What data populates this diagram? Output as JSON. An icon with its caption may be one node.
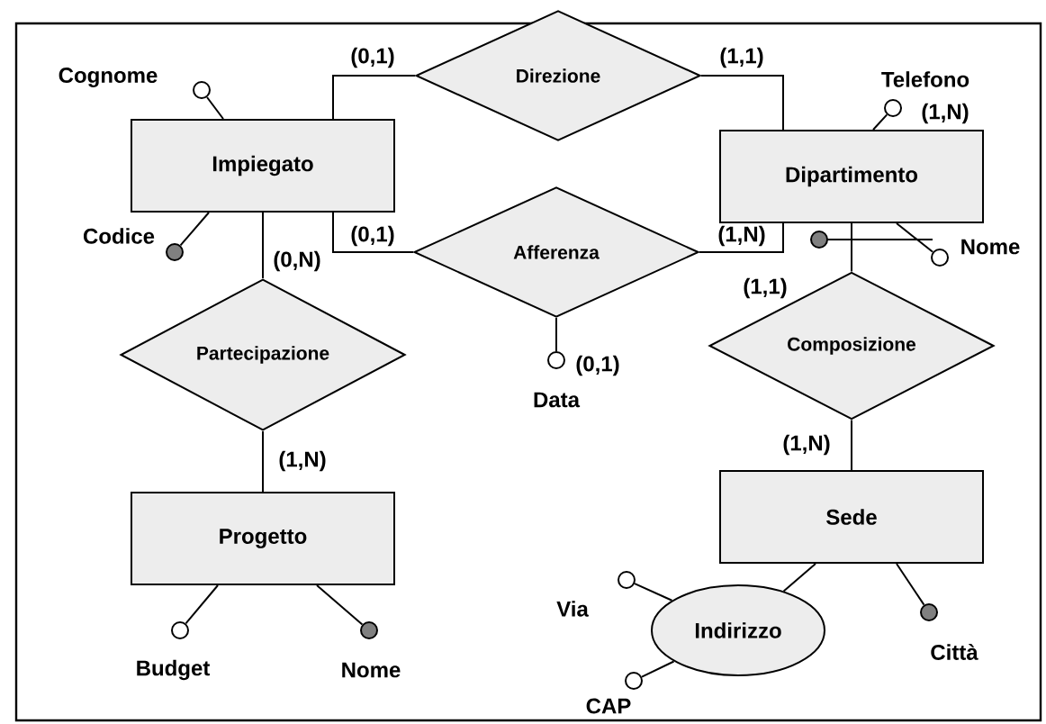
{
  "diagram": {
    "nodes": [
      {
        "text": [
          "Impiegato"
        ]
      },
      {
        "text": [
          "Dipartimento"
        ]
      },
      {
        "text": [
          "Progetto"
        ]
      },
      {
        "text": [
          "Sede"
        ]
      },
      {
        "text": [
          "Direzione"
        ]
      },
      {
        "text": [
          "Afferenza"
        ]
      },
      {
        "text": [
          "Partecipazione"
        ]
      },
      {
        "text": [
          "Composizione"
        ]
      },
      {
        "text": [
          "Indirizzo"
        ]
      },
      {
        "text": [],
        "shape": "circle",
        "beside": [
          "Cognome"
        ]
      },
      {
        "text": [],
        "shape": "dot",
        "beside": [
          "Codice"
        ]
      },
      {
        "text": [],
        "shape": "circle",
        "beside": [
          "Telefono"
        ]
      },
      {
        "text": [],
        "shape": "circle",
        "beside": [
          "Nome"
        ]
      },
      {
        "text": [],
        "shape": "circle",
        "beside": [
          "Data"
        ]
      },
      {
        "text": [],
        "shape": "circle",
        "beside": [
          "Budget"
        ]
      },
      {
        "text": [],
        "shape": "dot",
        "beside": [
          "Nome"
        ]
      },
      {
        "text": [],
        "shape": "circle",
        "beside": [
          "Via"
        ]
      },
      {
        "text": [],
        "shape": "circle",
        "beside": [
          "CAP"
        ]
      },
      {
        "text": [],
        "shape": "dot",
        "beside": [
          "Città"
        ]
      }
    ],
    "edges": [
      {
        "from": 0,
        "to": 4,
        "arrow": "none",
        "label": "(0,1)"
      },
      {
        "from": 4,
        "to": 1,
        "arrow": "none",
        "label": "(1,1)"
      },
      {
        "from": 0,
        "to": 5,
        "arrow": "none",
        "label": "(0,1)"
      },
      {
        "from": 5,
        "to": 1,
        "arrow": "none",
        "label": "(1,N)"
      },
      {
        "from": 0,
        "to": 6,
        "arrow": "none",
        "label": "(0,N)"
      },
      {
        "from": 6,
        "to": 2,
        "arrow": "none",
        "label": "(1,N)"
      },
      {
        "from": 1,
        "to": 7,
        "arrow": "none",
        "label": "(1,1)"
      },
      {
        "from": 7,
        "to": 3,
        "arrow": "none",
        "label": "(1,N)"
      },
      {
        "from": 3,
        "to": 8,
        "arrow": "none"
      },
      {
        "from": 0,
        "to": 9,
        "arrow": "none"
      },
      {
        "from": 0,
        "to": 10,
        "arrow": "none"
      },
      {
        "from": 1,
        "to": 11,
        "arrow": "none",
        "label": "(1,N)"
      },
      {
        "from": 1,
        "to": 12,
        "arrow": "none"
      },
      {
        "from": 5,
        "to": 13,
        "arrow": "none",
        "label": "(0,1)"
      },
      {
        "from": 2,
        "to": 14,
        "arrow": "none"
      },
      {
        "from": 2,
        "to": 15,
        "arrow": "none"
      },
      {
        "from": 8,
        "to": 16,
        "arrow": "none"
      },
      {
        "from": 8,
        "to": 17,
        "arrow": "none"
      },
      {
        "from": 3,
        "to": 18,
        "arrow": "none"
      }
    ]
  }
}
